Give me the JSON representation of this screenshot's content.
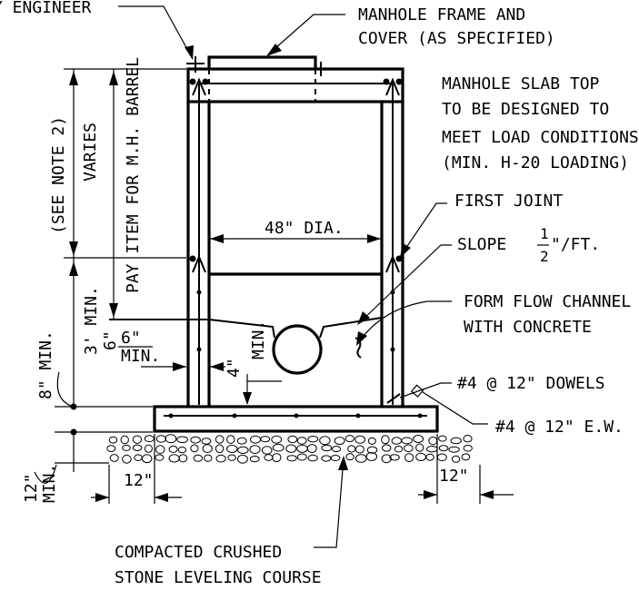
{
  "labels": {
    "engineer": "Y ENGINEER",
    "frame_line1": "MANHOLE FRAME AND",
    "frame_line2": "COVER (AS SPECIFIED)",
    "slab_line1": "MANHOLE SLAB TOP",
    "slab_line2": "TO BE DESIGNED TO",
    "slab_line3": "MEET LOAD CONDITIONS",
    "slab_line4": "(MIN. H-20 LOADING)",
    "first_joint": "FIRST JOINT",
    "slope": "SLOPE",
    "slope_num": "1",
    "slope_den": "2",
    "slope_unit": "\"/FT.",
    "flow_line1": "FORM FLOW CHANNEL",
    "flow_line2": "WITH CONCRETE",
    "dowels": "#4 @ 12\" DOWELS",
    "ew": "#4 @ 12\" E.W.",
    "diameter": "48\" DIA.",
    "see_note": "(SEE NOTE 2)",
    "varies": "VARIES",
    "pay_item": "PAY ITEM FOR M.H. BARREL",
    "three_min": "3' MIN.",
    "six_a": "6\"",
    "six_b": "6\"",
    "min_a": "MIN.",
    "four": "4\"",
    "min_b": "MIN.",
    "eight_min": "8\" MIN.",
    "twelve_min_v": "12\"",
    "twelve_min_v2": "MIN.",
    "twelve_left": "12\"",
    "twelve_right": "12\"",
    "stone_line1": "COMPACTED CRUSHED",
    "stone_line2": "STONE LEVELING COURSE"
  }
}
